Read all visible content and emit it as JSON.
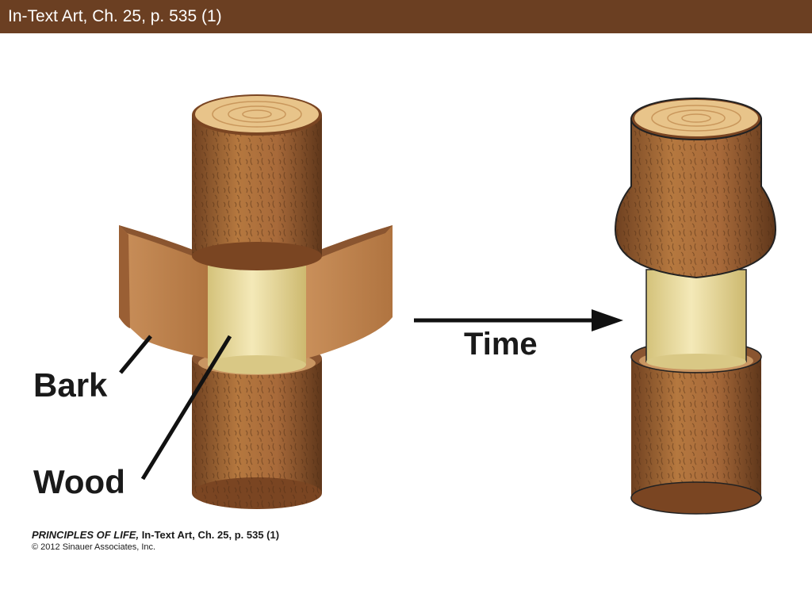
{
  "header": {
    "title": "In-Text Art, Ch. 25, p. 535 (1)"
  },
  "labels": {
    "bark": "Bark",
    "wood": "Wood",
    "time": "Time"
  },
  "credit": {
    "book_title": "PRINCIPLES OF LIFE,",
    "reference": " In-Text Art, Ch. 25, p. 535 (1)",
    "copyright": "© 2012 Sinauer Associates, Inc."
  },
  "colors": {
    "header_bg": "#6b3f22",
    "bark": "#a86a3c",
    "bark_dark": "#7a4a26",
    "wood": "#eadb9c",
    "ring": "#e8c48a"
  }
}
